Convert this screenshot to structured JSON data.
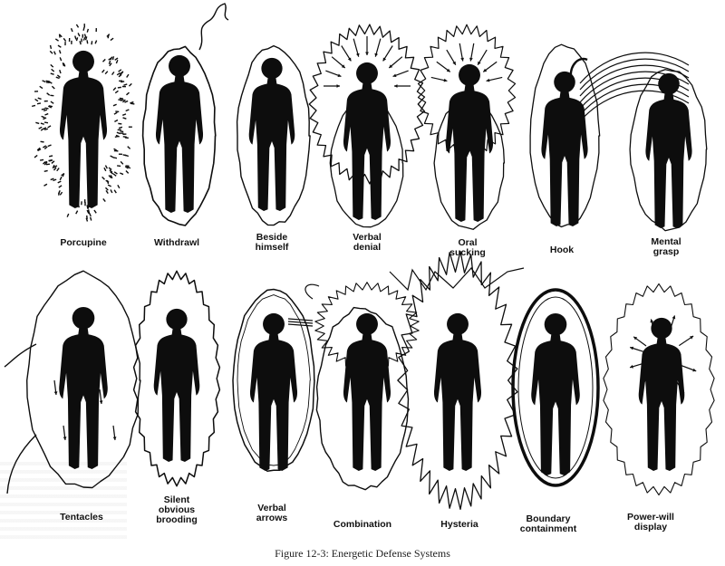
{
  "figure": {
    "caption": "Figure 12-3:   Energetic Defense Systems",
    "ink_color": "#0d0d0d",
    "paper_color": "#ffffff"
  },
  "row1": [
    {
      "id": "porcupine",
      "label": "Porcupine",
      "field": "dashes"
    },
    {
      "id": "withdrawl",
      "label": "Withdrawl",
      "field": "wisp"
    },
    {
      "id": "beside-himself",
      "label": "Beside\nhimself",
      "field": "offset"
    },
    {
      "id": "verbal-denial",
      "label": "Verbal\ndenial",
      "field": "spiky-inward"
    },
    {
      "id": "oral-sucking",
      "label": "Oral\nsucking",
      "field": "spiky-suck"
    },
    {
      "id": "hook",
      "label": "Hook",
      "field": "hook"
    },
    {
      "id": "mental-grasp",
      "label": "Mental\ngrasp",
      "field": "grasp"
    }
  ],
  "row2": [
    {
      "id": "tentacles",
      "label": "Tentacles",
      "field": "tentacles"
    },
    {
      "id": "silent-brooding",
      "label": "Silent\nobvious\nbrooding",
      "field": "brooding"
    },
    {
      "id": "verbal-arrows",
      "label": "Verbal\narrows",
      "field": "arrows"
    },
    {
      "id": "combination",
      "label": "Combination",
      "field": "combination"
    },
    {
      "id": "hysteria",
      "label": "Hysteria",
      "field": "hysteria"
    },
    {
      "id": "boundary-containment",
      "label": "Boundary\ncontainment",
      "field": "boundary"
    },
    {
      "id": "power-will-display",
      "label": "Power-will\ndisplay",
      "field": "power"
    }
  ]
}
